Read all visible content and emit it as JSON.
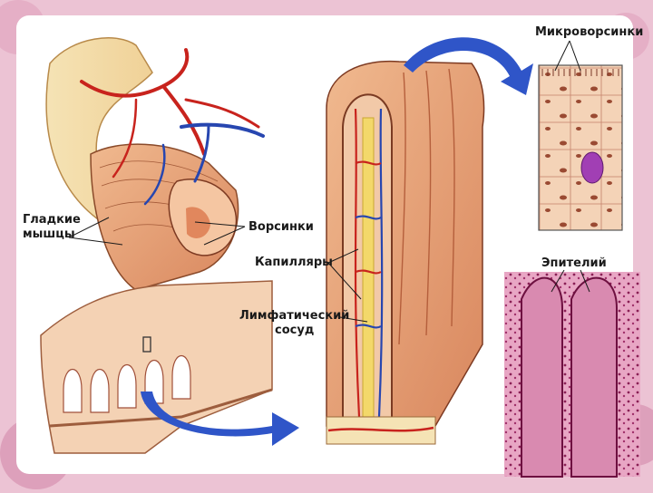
{
  "labels": {
    "smooth_muscle": "Гладкие\nмышцы",
    "villi": "Ворсинки",
    "capillaries": "Капилляры",
    "lymph_vessel": "Лимфатический\nсосуд",
    "microvilli": "Микроворсинки",
    "epithelium": "Эпителий"
  },
  "colors": {
    "background": "#ecc3d4",
    "panel": "#ffffff",
    "tissue": "#e9a77e",
    "tissue_dark": "#c9714a",
    "artery": "#c8231d",
    "vein": "#2746b0",
    "lymph": "#f3d86a",
    "arrow": "#2f55c8",
    "histology": "#c0447a"
  }
}
